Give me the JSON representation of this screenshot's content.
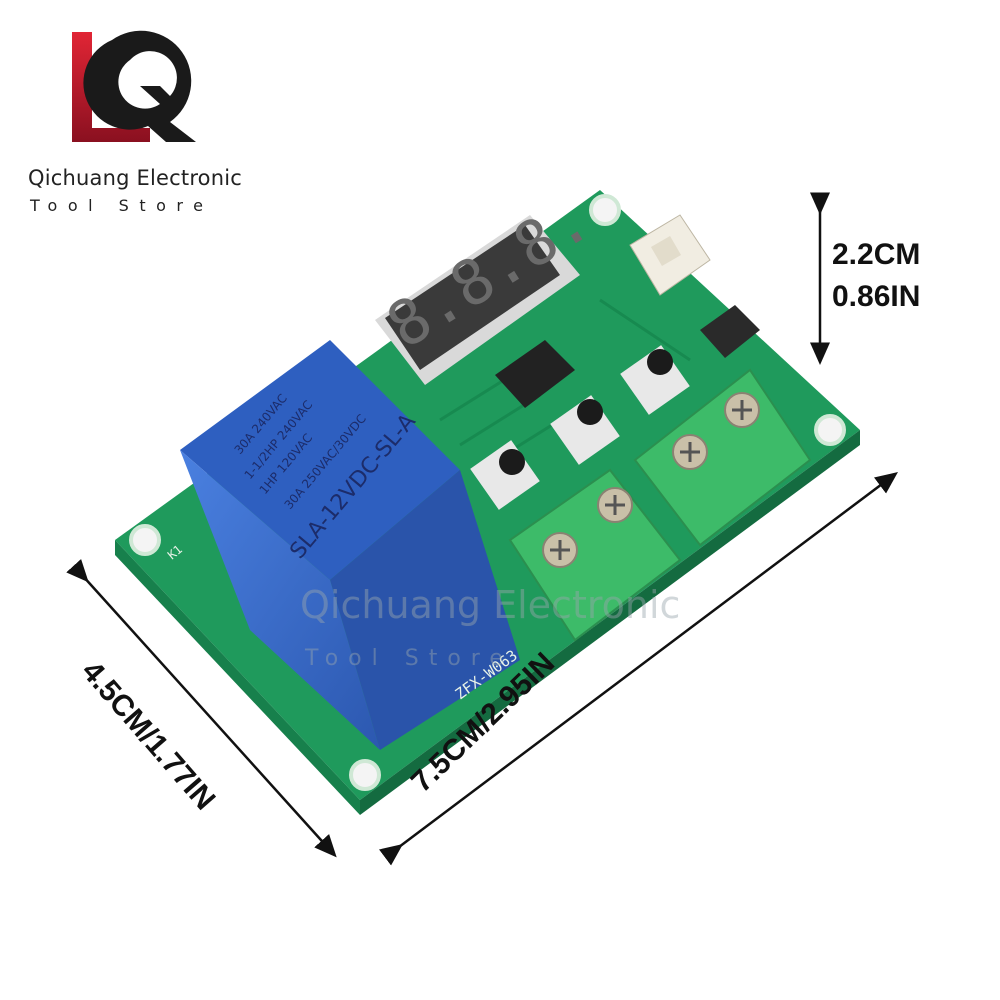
{
  "brand": {
    "name": "Qichuang Electronic",
    "subtitle": "Tool Store"
  },
  "dimensions": {
    "height_cm": "2.2CM",
    "height_in": "0.86IN",
    "width": "7.5CM/2.95IN",
    "depth": "4.5CM/1.77IN"
  },
  "watermark": {
    "name": "Qichuang Electronic",
    "subtitle": "Tool Store"
  },
  "board": {
    "model_label": "ZFX-W063",
    "relay_ref": "K1",
    "relay_model": "SLA-12VDC-SL-A",
    "relay_rating_1": "30A 250VAC/30VDC",
    "relay_rating_2": "1HP 120VAC",
    "relay_rating_3": "1-1/2HP 240VAC",
    "relay_rating_4": "30A 240VAC",
    "display_digits": "8.8.8."
  },
  "colors": {
    "pcb": "#1f9a5c",
    "relay": "#3b6fd1",
    "terminal": "#3dbb69",
    "logo_red": "#c8202f",
    "logo_dark": "#1a1a1a"
  }
}
